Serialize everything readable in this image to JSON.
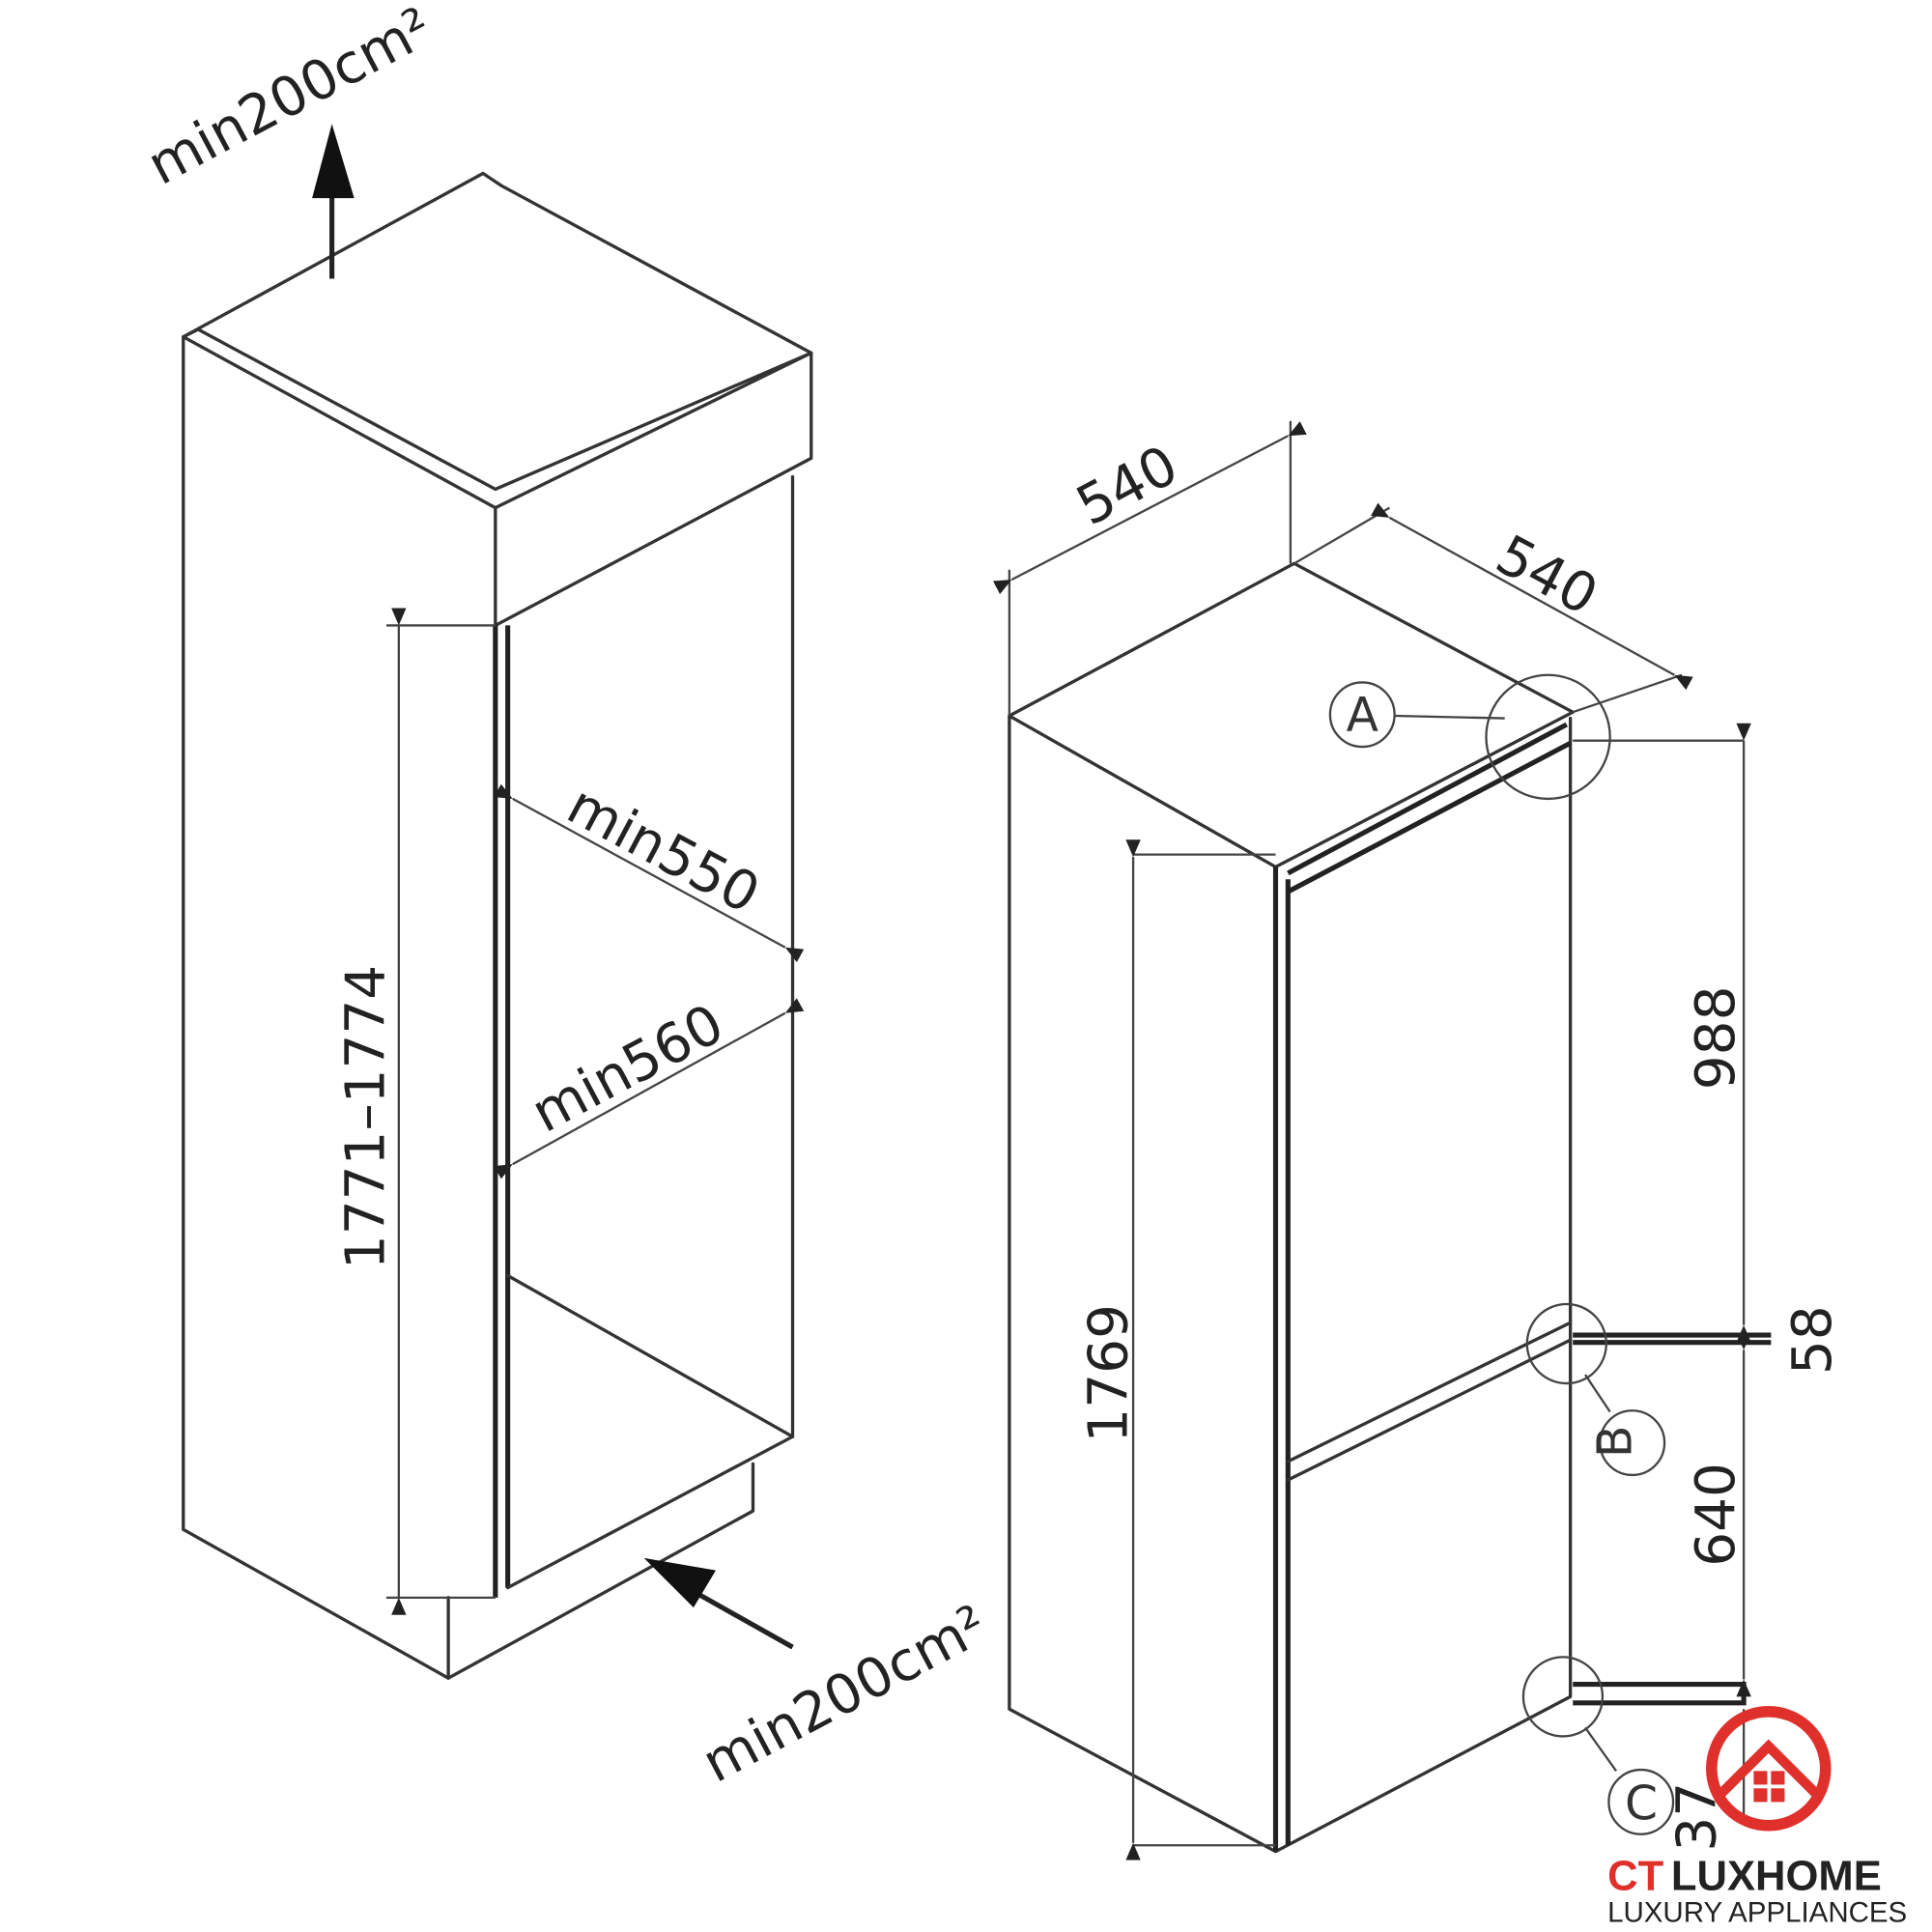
{
  "cabinet": {
    "vent_top": "min200cm²",
    "vent_bottom": "min200cm²",
    "niche_height": "1771–1774",
    "depth_top": "min550",
    "width_niche": "min560"
  },
  "appliance": {
    "width": "540",
    "depth": "540",
    "upper_door": "988",
    "gap": "58",
    "lower_door": "640",
    "height": "1769",
    "bottom_gap": "37",
    "callouts": [
      "A",
      "B",
      "C"
    ]
  },
  "logo": {
    "brand_red": "CT",
    "brand_dark": "LUXHOME",
    "tagline": "LUXURY APPLIANCES",
    "accent_color": "#e0302b"
  }
}
